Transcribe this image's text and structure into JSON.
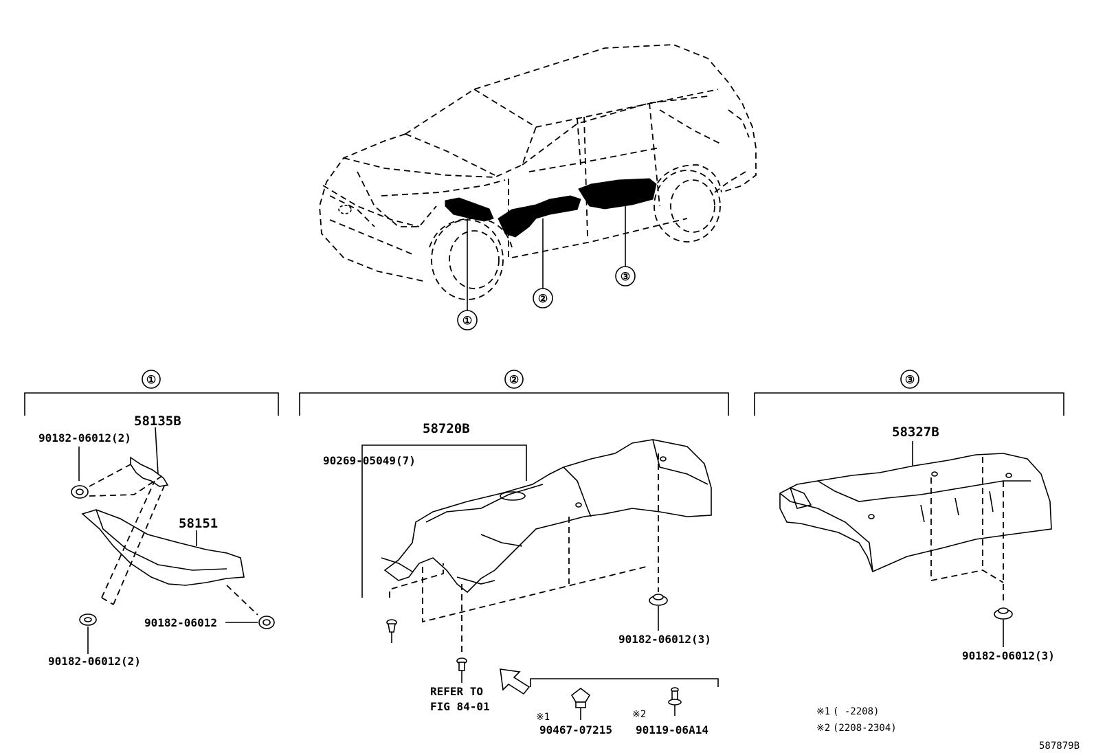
{
  "callouts": {
    "one": "①",
    "two": "②",
    "three": "③"
  },
  "section1": {
    "part_58135B": "58135B",
    "part_58151": "58151",
    "clip_top": "90182-06012(2)",
    "clip_right": "90182-06012",
    "clip_bottom": "90182-06012(2)"
  },
  "section2": {
    "part_58720B": "58720B",
    "pin": "90269-05049(7)",
    "clip_right": "90182-06012(3)",
    "refer_line1": "REFER TO",
    "refer_line2": "FIG 84-01",
    "mark1": "※1",
    "mark2": "※2",
    "bolt1": "90467-07215",
    "bolt2": "90119-06A14"
  },
  "section3": {
    "part_58327B": "58327B",
    "clip": "90182-06012(3)"
  },
  "notes": {
    "note1_mark": "※1",
    "note1_range": "(      -2208)",
    "note2_mark": "※2",
    "note2_range": "(2208-2304)"
  },
  "diagram_id": "587879B"
}
